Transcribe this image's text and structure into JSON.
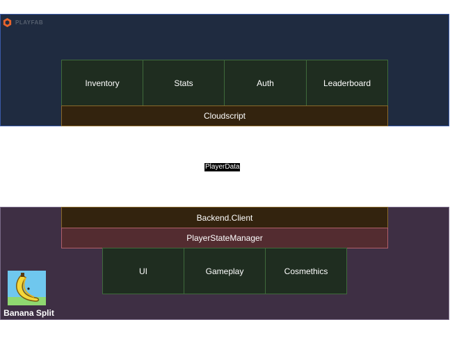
{
  "colors": {
    "playfab_region": "#1f2b40",
    "client_region": "#3e2f44",
    "service_box": "#1f2d20",
    "cloudscript_box": "#33230e",
    "state_manager_box": "#532c30",
    "logo_orange": "#e8642c"
  },
  "playfab": {
    "logo_text": "PLAYFAB",
    "services": [
      "Inventory",
      "Stats",
      "Auth",
      "Leaderboard"
    ],
    "cloudscript": "Cloudscript"
  },
  "connector": {
    "label": "PlayerData"
  },
  "client": {
    "backend_client": "Backend.Client",
    "player_state_manager": "PlayerStateManager",
    "modules": [
      "UI",
      "Gameplay",
      "Cosmethics"
    ],
    "app_name": "Banana Split",
    "app_icon": "banana-icon"
  }
}
